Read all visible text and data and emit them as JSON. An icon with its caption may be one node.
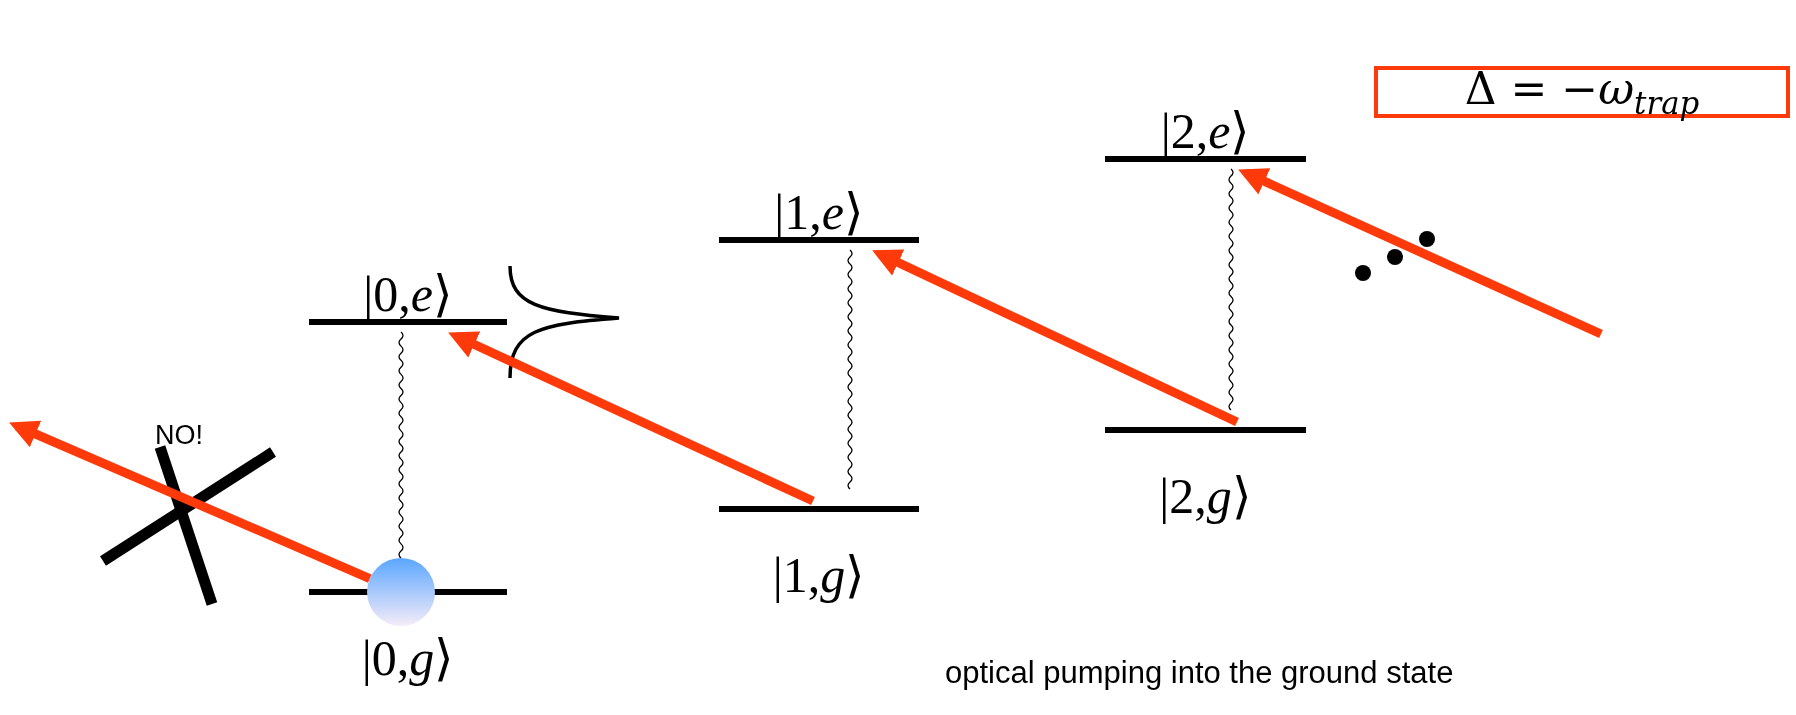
{
  "diagram": {
    "nodes": [
      {
        "text": [
          "Δ = −*ω*$_{trap}$"
        ]
      },
      {
        "text": [
          "|0,*e*⟩"
        ]
      },
      {
        "text": [
          "|0,*g*⟩"
        ]
      },
      {
        "text": [],
        "shape": "circle"
      },
      {
        "text": [
          "|1,*e*⟩"
        ]
      },
      {
        "text": [
          "|1,*g*⟩"
        ]
      },
      {
        "text": [
          "|2,*e*⟩"
        ]
      },
      {
        "text": [
          "|2,*g*⟩"
        ]
      }
    ],
    "edges": [
      {
        "from": 3,
        "to": null,
        "arrow": "to",
        "color": "#ff3a0a"
      },
      {
        "from": 5,
        "to": 1,
        "arrow": "to",
        "color": "#ff3a0a"
      },
      {
        "from": 7,
        "to": 4,
        "arrow": "to",
        "color": "#ff3a0a"
      },
      {
        "from": null,
        "to": 6,
        "arrow": "to",
        "color": "#ff3a0a"
      },
      {
        "from": 1,
        "to": 3,
        "arrow": "none",
        "color": "#000000"
      },
      {
        "from": 4,
        "to": 5,
        "arrow": "none",
        "color": "#000000"
      },
      {
        "from": 6,
        "to": 7,
        "arrow": "none",
        "color": "#000000"
      }
    ],
    "labels": [
      "NO!",
      "optical pumping into the ground state"
    ]
  }
}
